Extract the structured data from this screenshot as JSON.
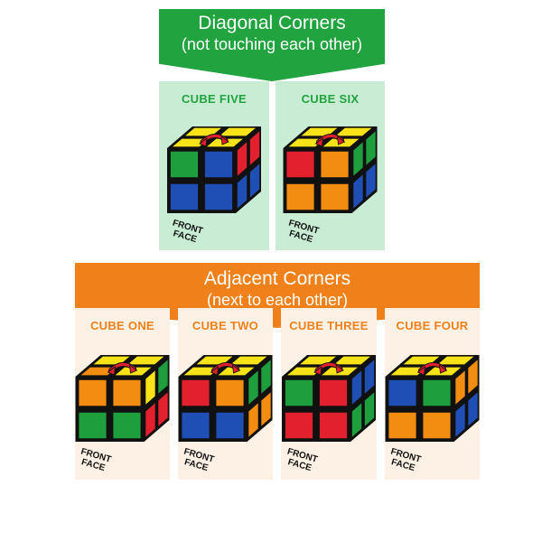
{
  "colors": {
    "green_accent": "#21a33f",
    "orange_accent": "#f08019",
    "yellow": "#f7e317",
    "red": "#e3202e",
    "blue": "#1f4fb4",
    "green": "#1e9e3c",
    "orange": "#f28d12"
  },
  "diagonal": {
    "title": "Diagonal Corners",
    "subtitle": "(not touching each other)",
    "cubes": [
      {
        "label": "CUBE FIVE",
        "top": [
          "yellow",
          "yellow",
          "yellow",
          "yellow"
        ],
        "front": [
          "green",
          "blue",
          "blue",
          "blue"
        ],
        "right": [
          "red",
          "red",
          "blue",
          "blue"
        ],
        "face_label": [
          "FRONT",
          "FACE"
        ]
      },
      {
        "label": "CUBE SIX",
        "top": [
          "yellow",
          "yellow",
          "yellow",
          "yellow"
        ],
        "front": [
          "red",
          "orange",
          "orange",
          "orange"
        ],
        "right": [
          "green",
          "green",
          "blue",
          "blue"
        ],
        "face_label": [
          "FRONT",
          "FACE"
        ]
      }
    ]
  },
  "adjacent": {
    "title": "Adjacent Corners",
    "subtitle": "(next to each other)",
    "cubes": [
      {
        "label": "CUBE ONE",
        "top": [
          "yellow",
          "yellow",
          "orange",
          "yellow"
        ],
        "front": [
          "orange",
          "orange",
          "green",
          "green"
        ],
        "right": [
          "yellow",
          "green",
          "red",
          "red"
        ],
        "face_label": [
          "FRONT",
          "FACE"
        ]
      },
      {
        "label": "CUBE TWO",
        "top": [
          "yellow",
          "yellow",
          "yellow",
          "yellow"
        ],
        "front": [
          "red",
          "orange",
          "blue",
          "blue"
        ],
        "right": [
          "green",
          "green",
          "orange",
          "orange"
        ],
        "face_label": [
          "FRONT",
          "FACE"
        ]
      },
      {
        "label": "CUBE THREE",
        "top": [
          "yellow",
          "yellow",
          "yellow",
          "yellow"
        ],
        "front": [
          "green",
          "red",
          "red",
          "red"
        ],
        "right": [
          "blue",
          "blue",
          "green",
          "green"
        ],
        "face_label": [
          "FRONT",
          "FACE"
        ]
      },
      {
        "label": "CUBE FOUR",
        "top": [
          "yellow",
          "yellow",
          "yellow",
          "yellow"
        ],
        "front": [
          "blue",
          "green",
          "orange",
          "orange"
        ],
        "right": [
          "orange",
          "orange",
          "blue",
          "blue"
        ],
        "face_label": [
          "FRONT",
          "FACE"
        ]
      }
    ]
  }
}
